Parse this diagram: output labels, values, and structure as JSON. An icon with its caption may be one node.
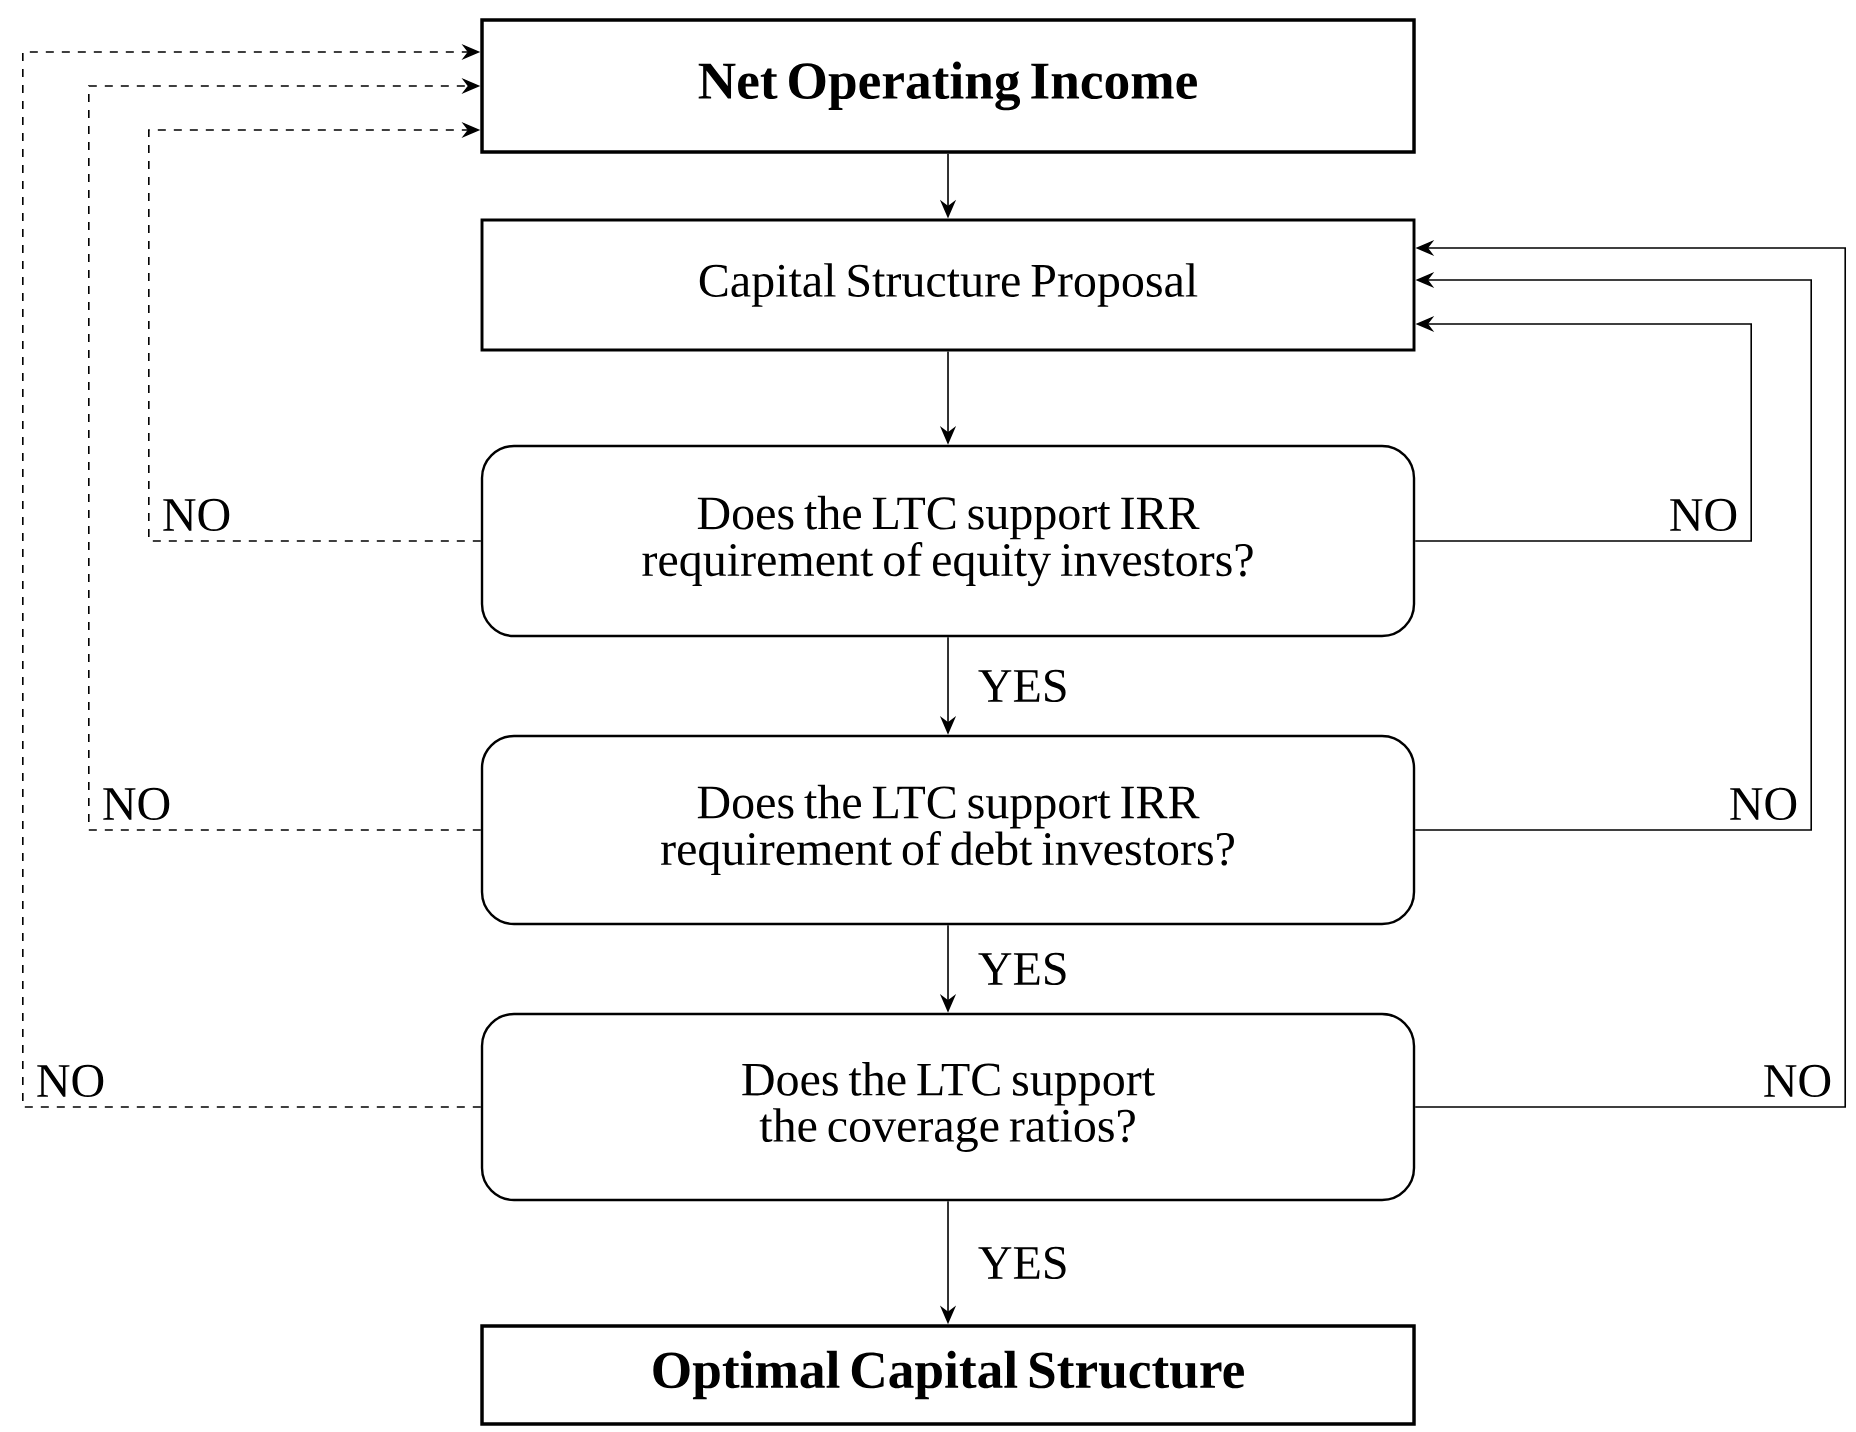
{
  "diagram": {
    "nodes": [
      {
        "text": [
          "Net Operating Income"
        ]
      },
      {
        "text": [
          "Capital Structure Proposal"
        ]
      },
      {
        "text": [
          "Does the LTC support IRR requirement of equity investors?"
        ]
      },
      {
        "text": [
          "Does the LTC support IRR requirement of debt investors?"
        ]
      },
      {
        "text": [
          "Does the LTC support the coverage ratios?"
        ]
      },
      {
        "text": [
          "Optimal Capital Structure"
        ]
      }
    ],
    "edges": [
      {
        "from": 0,
        "to": 1,
        "arrow": "to"
      },
      {
        "from": 1,
        "to": 2,
        "arrow": "to"
      },
      {
        "from": 2,
        "to": 3,
        "arrow": "to",
        "label": "YES"
      },
      {
        "from": 3,
        "to": 4,
        "arrow": "to",
        "label": "YES"
      },
      {
        "from": 4,
        "to": 5,
        "arrow": "to",
        "label": "YES"
      },
      {
        "from": 2,
        "to": 0,
        "arrow": "to",
        "label": "NO",
        "style": "dashed"
      },
      {
        "from": 3,
        "to": 0,
        "arrow": "to",
        "label": "NO",
        "style": "dashed"
      },
      {
        "from": 4,
        "to": 0,
        "arrow": "to",
        "label": "NO",
        "style": "dashed"
      },
      {
        "from": 2,
        "to": 1,
        "arrow": "to",
        "label": "NO"
      },
      {
        "from": 3,
        "to": 1,
        "arrow": "to",
        "label": "NO"
      },
      {
        "from": 4,
        "to": 1,
        "arrow": "to",
        "label": "NO"
      }
    ]
  }
}
